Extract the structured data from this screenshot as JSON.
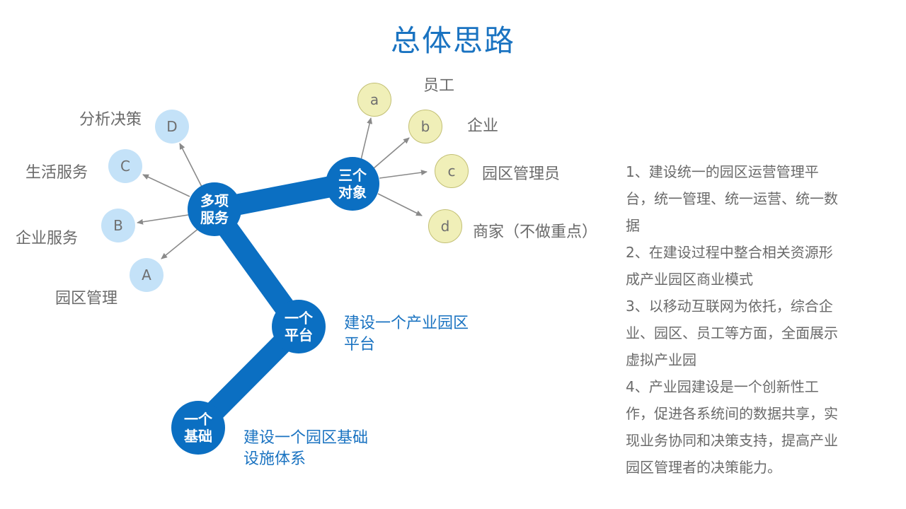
{
  "title": "总体思路",
  "hubs": {
    "base": [
      "一个",
      "基础"
    ],
    "platform": [
      "一个",
      "平台"
    ],
    "services": [
      "多项",
      "服务"
    ],
    "objects": [
      "三个",
      "对象"
    ]
  },
  "services": [
    {
      "letter": "D",
      "label": "分析决策"
    },
    {
      "letter": "C",
      "label": "生活服务"
    },
    {
      "letter": "B",
      "label": "企业服务"
    },
    {
      "letter": "A",
      "label": "园区管理"
    }
  ],
  "objects": [
    {
      "letter": "a",
      "label": "员工"
    },
    {
      "letter": "b",
      "label": "企业"
    },
    {
      "letter": "c",
      "label": "园区管理员"
    },
    {
      "letter": "d",
      "label": "商家（不做重点）"
    }
  ],
  "descriptions": {
    "platform": [
      "建设一个产业园区",
      "平台"
    ],
    "base": [
      "建设一个园区基础",
      "设施体系"
    ]
  },
  "notes": [
    "1、建设统一的园区运营管理平台，统一管理、统一运营、统一数据",
    "2、在建设过程中整合相关资源形成产业园区商业模式",
    "3、以移动互联网为依托，综合企业、园区、员工等方面，全面展示虚拟产业园",
    "4、产业园建设是一个创新性工作，促进各系统间的数据共享，实现业务协同和决策支持，提高产业园区管理者的决策能力。"
  ],
  "colors": {
    "primary": "#0b6fc2",
    "title": "#1a73c1",
    "service_leaf": "#c4e2f8",
    "object_leaf": "#f0efb8"
  }
}
